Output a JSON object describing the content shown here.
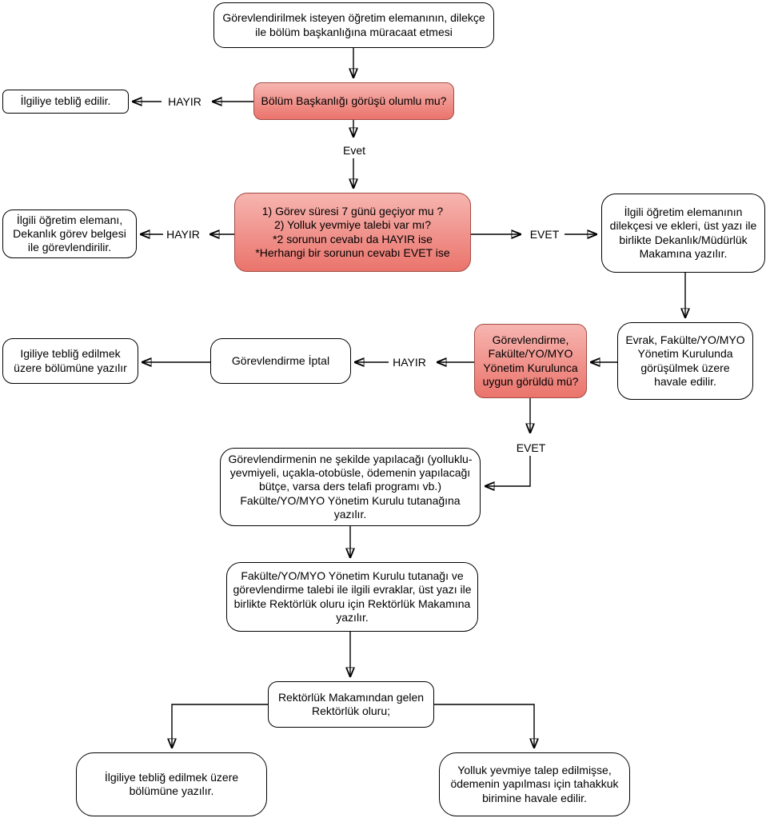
{
  "diagram": {
    "nodes": {
      "start": "Görevlendirilmek isteyen öğretim elemanının, dilekçe ile bölüm başkanlığına müracaat etmesi",
      "decision_bolum": "Bölüm Başkanlığı görüşü olumlu mu?",
      "notify_ilgiliye": "İlgiliye tebliğ edilir.",
      "decision_sorular": "1) Görev süresi 7 günü geçiyor mu ?\n2) Yolluk yevmiye talebi var mı?\n*2 sorunun cevabı da HAYIR ise\n*Herhangi bir sorunun cevabı EVET ise",
      "dekanlik_gorev": "İlgili öğretim elemanı, Dekanlık görev belgesi ile görevlendirilir.",
      "dilekce_makam": "İlgili öğretim elemanının dilekçesi ve ekleri, üst yazı ile birlikte Dekanlık/Müdürlük Makamına yazılır.",
      "evrak_havale": "Evrak, Fakülte/YO/MYO Yönetim Kurulunda görüşülmek üzere havale edilir.",
      "decision_kurul": "Görevlendirme, Fakülte/YO/MYO Yönetim Kurulunca uygun görüldü mü?",
      "gorevlendirme_iptal": "Görevlendirme İptal",
      "teblig_bolum": "Igiliye tebliğ edilmek üzere bölümüne yazılır",
      "sekil_tutanak": "Görevlendirmenin ne şekilde yapılacağı (yolluklu-yevmiyeli, uçakla-otobüsle, ödemenin yapılacağı bütçe, varsa ders telafi programı vb.) Fakülte/YO/MYO Yönetim Kurulu tutanağına yazılır.",
      "rektorluk_oluru": "Fakülte/YO/MYO Yönetim Kurulu tutanağı ve görevlendirme talebi ile ilgili evraklar, üst yazı ile birlikte Rektörlük oluru için Rektörlük Makamına yazılır.",
      "rektorluk_gelen": "Rektörlük Makamından gelen Rektörlük oluru;",
      "teblig_bolum_final": "İlgiliye tebliğ edilmek üzere bölümüne yazılır.",
      "tahakkuk": "Yolluk yevmiye talep edilmişse, ödemenin yapılması için tahakkuk birimine havale edilir."
    },
    "labels": {
      "hayir1": "HAYIR",
      "evet1": "Evet",
      "hayir2": "HAYIR",
      "evet2": "EVET",
      "hayir3": "HAYIR",
      "evet3": "EVET"
    },
    "colors": {
      "decision_fill_top": "#f7b5b0",
      "decision_fill_bottom": "#ea746c",
      "decision_stroke": "#a34b45",
      "node_fill": "#ffffff",
      "node_stroke": "#000000",
      "line_color": "#000000"
    }
  }
}
